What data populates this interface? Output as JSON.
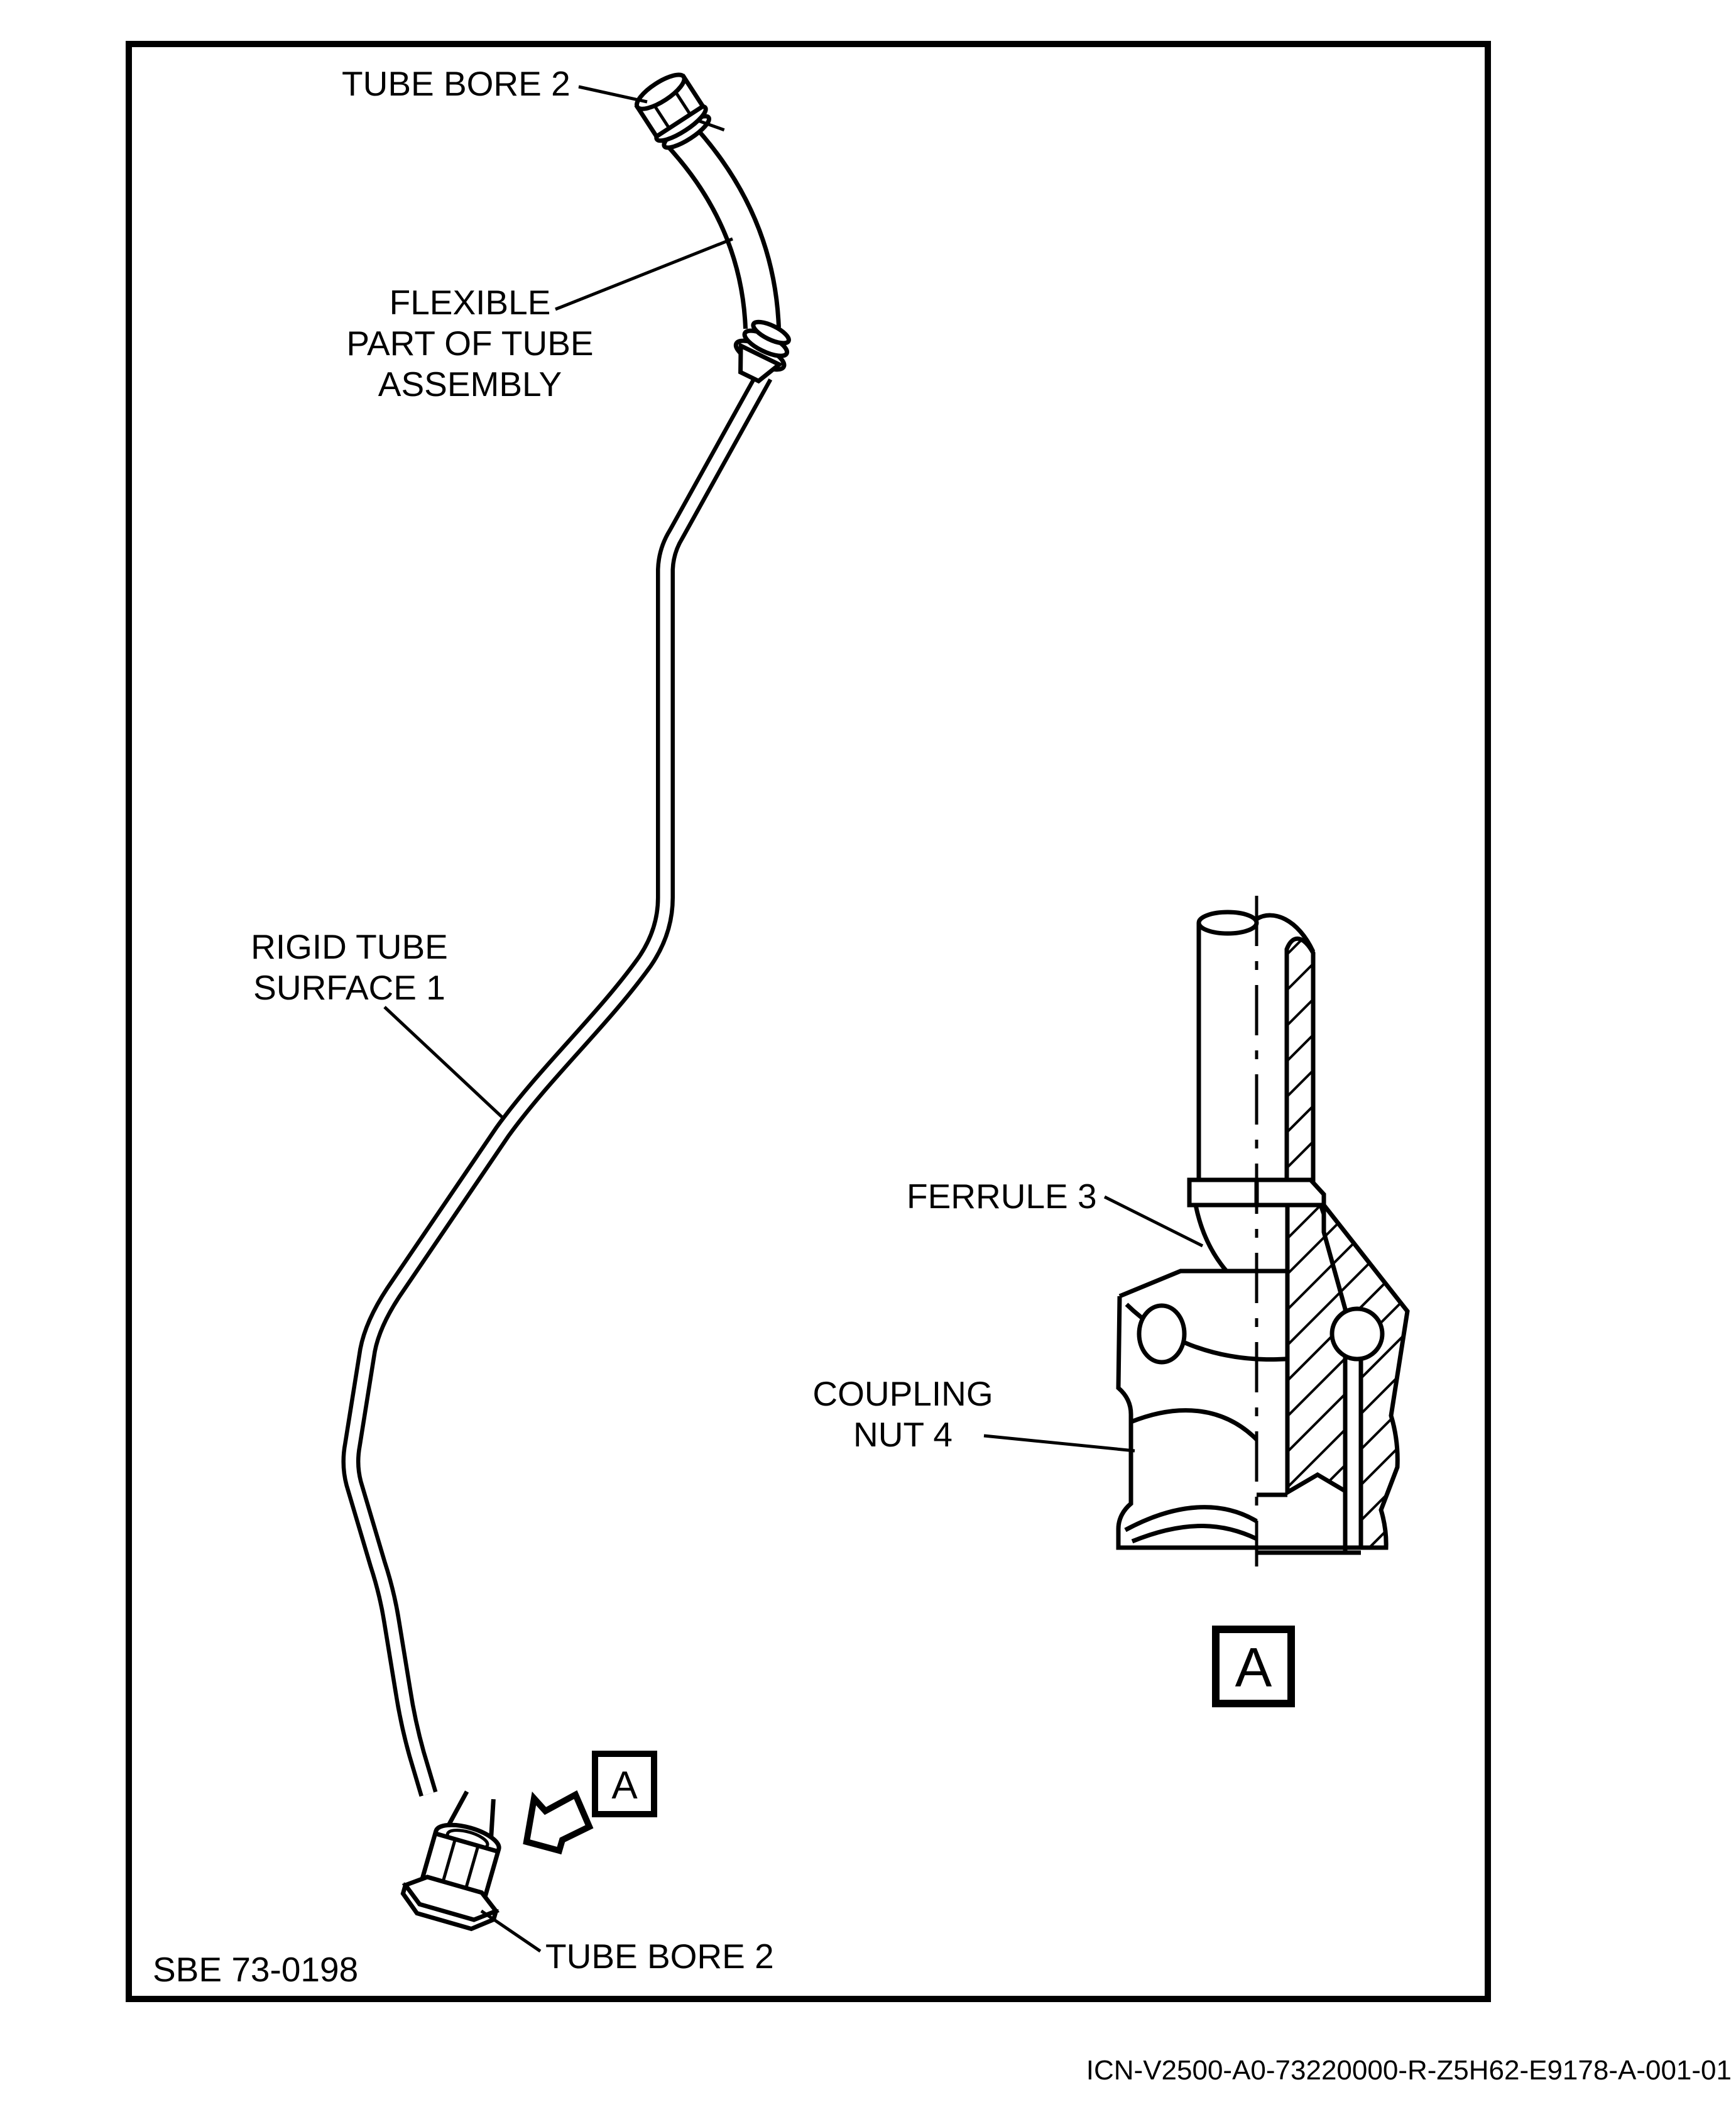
{
  "drawing": {
    "type": "technical-illustration",
    "background_color": "#ffffff",
    "line_color": "#000000",
    "callouts": {
      "tube_bore_top": "TUBE BORE 2",
      "flexible_part": [
        "FLEXIBLE",
        "PART OF TUBE",
        "ASSEMBLY"
      ],
      "rigid_tube": [
        "RIGID TUBE",
        "SURFACE 1"
      ],
      "ferrule": "FERRULE 3",
      "coupling_nut": [
        "COUPLING",
        "NUT 4"
      ],
      "tube_bore_bottom": "TUBE BORE 2"
    },
    "detail_marker": "A",
    "figure_number": "SBE 73-0198",
    "icn": "ICN-V2500-A0-73220000-R-Z5H62-E9178-A-001-01"
  }
}
